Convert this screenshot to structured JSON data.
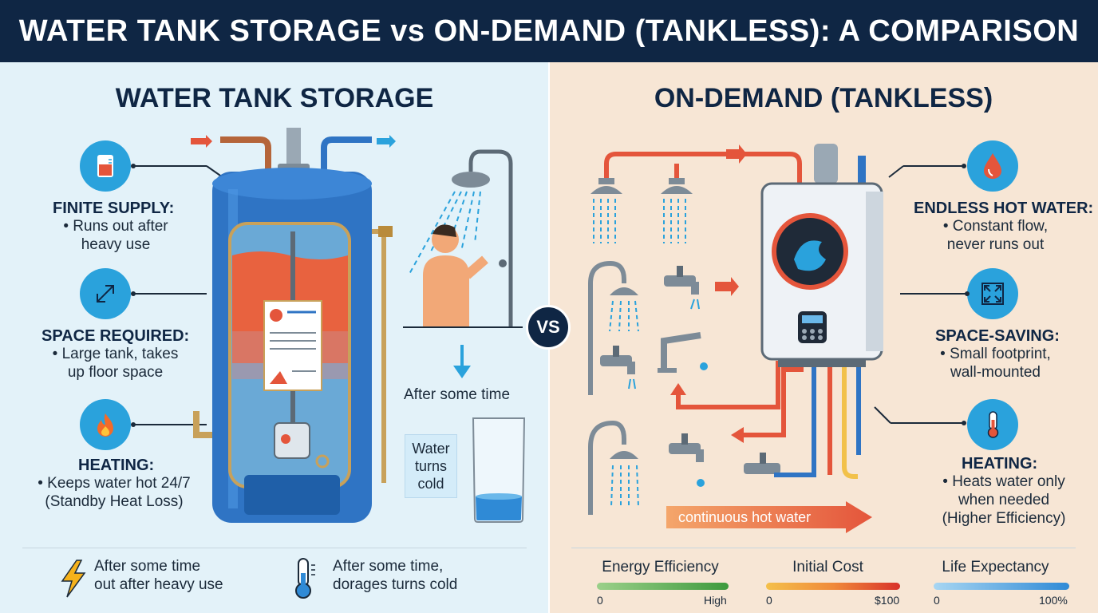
{
  "header": {
    "title": "WATER TANK STORAGE vs ON-DEMAND (TANKLESS): A COMPARISON"
  },
  "left": {
    "title": "WATER TANK STORAGE",
    "features": [
      {
        "icon": "cylinder-icon",
        "title": "FINITE SUPPLY:",
        "text": "• Runs out after\nheavy use"
      },
      {
        "icon": "resize-diagonal-icon",
        "title": "SPACE REQUIRED:",
        "text": "• Large tank, takes\nup floor space"
      },
      {
        "icon": "flame-icon",
        "title": "HEATING:",
        "text": "• Keeps water hot 24/7\n(Standby Heat Loss)"
      }
    ],
    "after_time_label": "After some time",
    "water_cold": "Water\nturns\ncold",
    "bottom": [
      {
        "icon": "lightning-icon",
        "text": "After some time\nout after heavy use"
      },
      {
        "icon": "thermometer-icon",
        "text": "After some time,\ndorages turns cold"
      }
    ]
  },
  "vs_label": "VS",
  "right": {
    "title": "ON-DEMAND (TANKLESS)",
    "features": [
      {
        "icon": "water-drop-icon",
        "title": "ENDLESS HOT WATER:",
        "text": "• Constant flow,\nnever runs out"
      },
      {
        "icon": "expand-arrows-icon",
        "title": "SPACE-SAVING:",
        "text": "• Small footprint,\nwall-mounted"
      },
      {
        "icon": "thermometer-icon",
        "title": "HEATING:",
        "text": "• Heats water only\nwhen needed\n(Higher Efficiency)"
      }
    ],
    "continuous_label": "continuous hot water",
    "meters": [
      {
        "label": "Energy Efficiency",
        "min": "0",
        "max": "High",
        "color_start": "#9bd08a",
        "color_end": "#3d9a3d"
      },
      {
        "label": "Initial Cost",
        "min": "0",
        "max": "$100",
        "color_start": "#f4c04a",
        "color_end": "#d8312a"
      },
      {
        "label": "Life Expectancy",
        "min": "0",
        "max": "100%",
        "color_start": "#a8d6f2",
        "color_end": "#2f8ad6"
      }
    ]
  },
  "colors": {
    "header_bg": "#0f2644",
    "left_bg": "#e3f2f9",
    "right_bg": "#f7e6d5",
    "accent_blue": "#2aa2dc",
    "hot_red": "#e4553b",
    "tank_blue": "#2f74c4"
  }
}
